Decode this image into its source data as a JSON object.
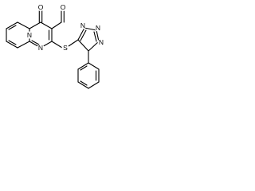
{
  "atom_labels": {
    "carbonyl_oxygen": "O",
    "aldehyde_oxygen": "O",
    "bridgehead_nitrogen": "N",
    "pyrimidine_nitrogen": "N",
    "thioether_sulfur": "S",
    "triazole_n1": "N",
    "triazole_n2": "N",
    "triazole_n3": "N"
  },
  "colors": {
    "bond": "#000000",
    "label": "#000000",
    "background": "#ffffff"
  }
}
